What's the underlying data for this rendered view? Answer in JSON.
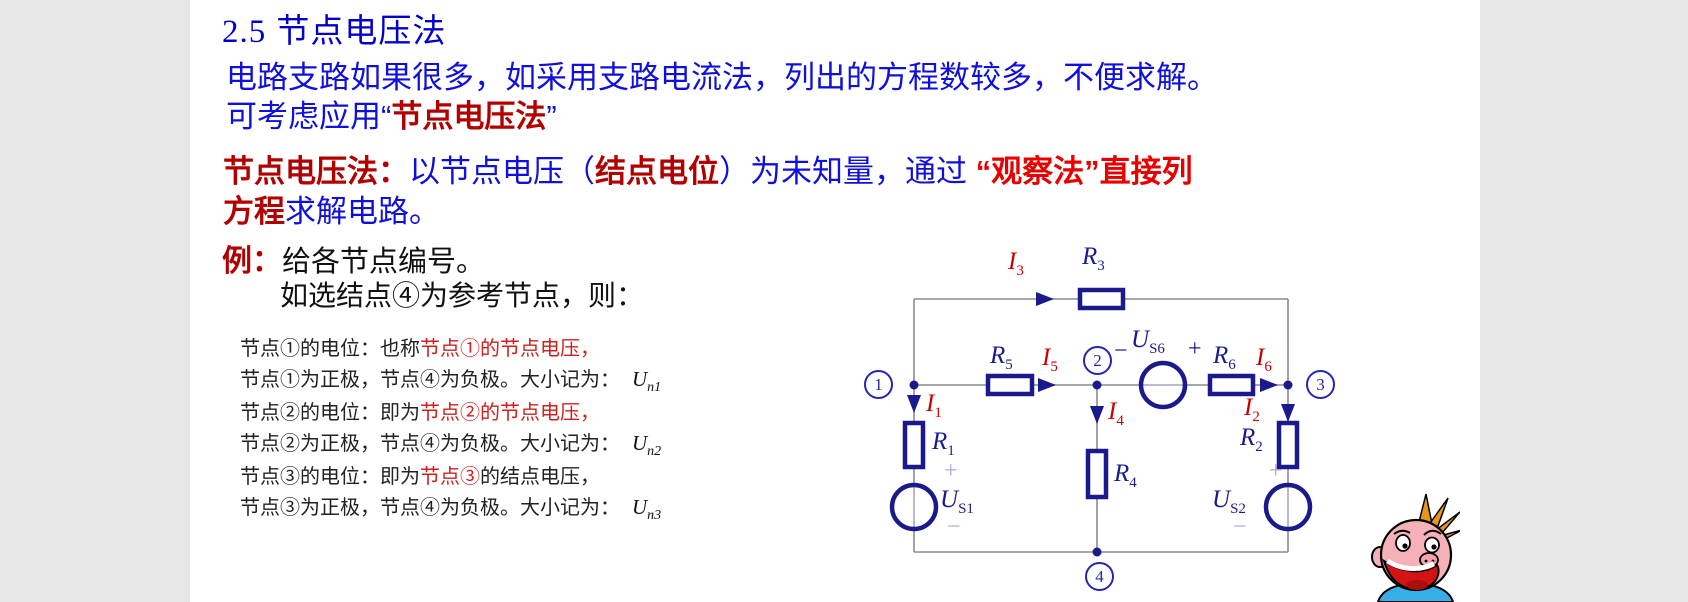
{
  "colors": {
    "title_blue": "#0000cd",
    "body_blue": "#1010dc",
    "dark_red": "#b20000",
    "bright_red": "#e80000",
    "note_red": "#cf2020",
    "component_navy": "#1a1a8c",
    "current_red": "#cc0000",
    "node_blue": "#2626b0",
    "wire_gray": "#8c8c8c"
  },
  "slide": {
    "title_num": "2.5",
    "title_text": "节点电压法",
    "intro": {
      "line1": "电路支路如果很多，如采用支路电流法，列出的方程数较多，不便求解。",
      "line2_pre": "可考虑应用“",
      "line2_em": "节点电压法",
      "line2_post": "”"
    },
    "definition": {
      "label": "节点电压法：",
      "seg1": "以节点电压（",
      "em1": "结点电位",
      "seg2": "）为未知量，通过 ",
      "em2": "“观察法”直接列",
      "em2b": "方程",
      "seg3": "求解电路。"
    },
    "example": {
      "label": "例：",
      "line1": "给各节点编号。",
      "line2": "如选结点④为参考节点，则："
    },
    "notes": [
      {
        "l1_pre": "节点①的电位：也称",
        "l1_red": "节点①的节点电压，",
        "l1_post": "",
        "l2": "节点①为正极，节点④为负极。大小记为：",
        "u_base": "U",
        "u_sub": "n1"
      },
      {
        "l1_pre": "节点②的电位：即为",
        "l1_red": "节点②的节点电压，",
        "l1_post": "",
        "l2": "节点②为正极，节点④为负极。大小记为：",
        "u_base": "U",
        "u_sub": "n2"
      },
      {
        "l1_pre": "节点③的电位：即为",
        "l1_red": "节点③",
        "l1_post": "的结点电压，",
        "l2": "节点③为正极，节点④为负极。大小记为：",
        "u_base": "U",
        "u_sub": "n3"
      }
    ]
  },
  "circuit": {
    "currents": {
      "i1": {
        "base": "I",
        "sub": "1"
      },
      "i2": {
        "base": "I",
        "sub": "2"
      },
      "i3": {
        "base": "I",
        "sub": "3"
      },
      "i4": {
        "base": "I",
        "sub": "4"
      },
      "i5": {
        "base": "I",
        "sub": "5"
      },
      "i6": {
        "base": "I",
        "sub": "6"
      }
    },
    "resistors": {
      "r1": {
        "base": "R",
        "sub": "1"
      },
      "r2": {
        "base": "R",
        "sub": "2"
      },
      "r3": {
        "base": "R",
        "sub": "3"
      },
      "r4": {
        "base": "R",
        "sub": "4"
      },
      "r5": {
        "base": "R",
        "sub": "5"
      },
      "r6": {
        "base": "R",
        "sub": "6"
      }
    },
    "sources": {
      "us1": {
        "base": "U",
        "sub": "S1"
      },
      "us2": {
        "base": "U",
        "sub": "S2"
      },
      "us6": {
        "base": "U",
        "sub": "S6"
      }
    },
    "nodes": {
      "n1": "1",
      "n2": "2",
      "n3": "3",
      "n4": "4"
    },
    "plus": "+",
    "minus": "−"
  }
}
